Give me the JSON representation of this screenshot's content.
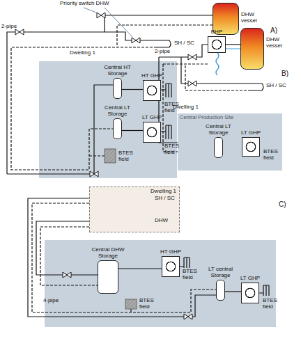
{
  "diagram": {
    "nodes": [
      {
        "text": [
          "DHW vessel"
        ]
      },
      {
        "text": [
          "Central HT Storage"
        ]
      },
      {
        "text": [
          "HT GHP"
        ]
      },
      {
        "text": [
          "Central LT Storage"
        ]
      },
      {
        "text": [
          "LT GHP"
        ]
      },
      {
        "text": [
          "BHP"
        ]
      },
      {
        "text": [
          "DHW vessel"
        ]
      },
      {
        "text": [
          "Central Production Site"
        ]
      },
      {
        "text": [
          "Central LT Storage"
        ],
        "in": 7
      },
      {
        "text": [
          "LT GHP"
        ],
        "in": 7
      },
      {
        "text": [
          "Dwelling 1"
        ]
      },
      {
        "text": [
          "Central DHW Storage"
        ]
      },
      {
        "text": [
          "HT GHP"
        ]
      },
      {
        "text": [
          "LT central Storage"
        ]
      },
      {
        "text": [
          "LT GHP"
        ]
      }
    ],
    "edges": [
      {
        "from": 1,
        "to": 2,
        "arrow": "none"
      },
      {
        "from": 3,
        "to": 4,
        "arrow": "none"
      },
      {
        "from": 5,
        "to": 6,
        "arrow": "none"
      },
      {
        "from": 8,
        "to": 9,
        "arrow": "none"
      },
      {
        "from": 11,
        "to": 12,
        "arrow": "none"
      },
      {
        "from": 13,
        "to": 14,
        "arrow": "none"
      }
    ],
    "labels": [
      "Priority switch DHW",
      "2-pipe",
      "Dwelling 1",
      "SH / SC",
      "BTES field",
      "BTES field",
      "BTES field",
      "A)",
      "B)",
      "2-pipe",
      "Dwelling 1",
      "SH / SC",
      "BTES field",
      "C)",
      "SH / SC",
      "DHW",
      "BTES field",
      "BTES field",
      "4-pipe",
      "BTES field"
    ]
  }
}
